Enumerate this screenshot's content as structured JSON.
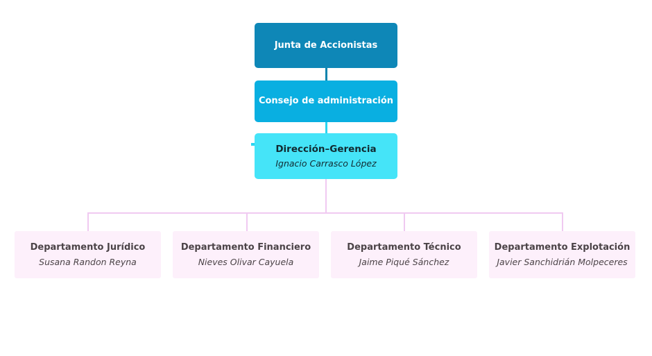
{
  "colors": {
    "level1_fill": "#0e87b7",
    "level2_fill": "#09afe1",
    "level3_fill": "#45e4f8",
    "level_text_light": "#ffffff",
    "level3_text": "#112a31",
    "dept_fill": "#fdf0fb",
    "dept_title_text": "#4b4347",
    "dept_name_text": "#4b4347",
    "connector_blue": "#0d84ad",
    "connector_cyan": "#2bd5ef",
    "connector_pink": "#f0c9f1"
  },
  "org_chart": {
    "root": {
      "title": "Junta de Accionistas"
    },
    "board": {
      "title": "Consejo de administración"
    },
    "management": {
      "title": "Dirección–Gerencia",
      "name": "Ignacio Carrasco López"
    },
    "departments": [
      {
        "title": "Departamento Jurídico",
        "name": "Susana Randon Reyna"
      },
      {
        "title": "Departamento Financiero",
        "name": "Nieves Olivar Cayuela"
      },
      {
        "title": "Departamento Técnico",
        "name": "Jaime Piqué Sánchez"
      },
      {
        "title": "Departamento Explotación",
        "name": "Javier Sanchidrián Molpeceres"
      }
    ]
  }
}
